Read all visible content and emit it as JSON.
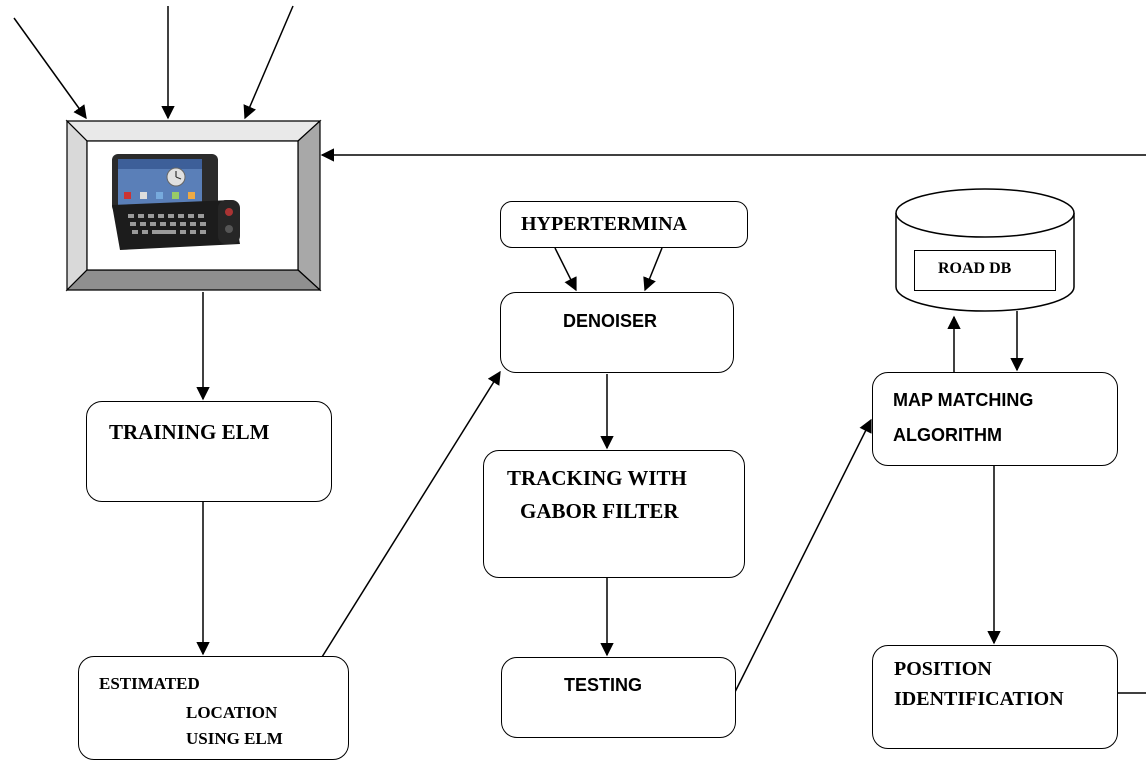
{
  "nodes": {
    "hyperterminal": "HYPERTERMINA",
    "denoiser": "DENOISER",
    "tracking_line1": "TRACKING WITH",
    "tracking_line2": "GABOR FILTER",
    "testing": "TESTING",
    "training": "TRAINING ELM",
    "estimated_line1": "ESTIMATED",
    "estimated_line2": "LOCATION",
    "estimated_line3": "USING ELM",
    "road_db": "ROAD DB",
    "map_matching_line1": "MAP MATCHING",
    "map_matching_line2": "ALGORITHM",
    "position_line1": "POSITION",
    "position_line2": "IDENTIFICATION"
  },
  "device_image": "mobile-phone-illustration",
  "colors": {
    "stroke": "#000000",
    "frame_light": "#e6e6e6",
    "frame_dark": "#9a9a9a"
  }
}
